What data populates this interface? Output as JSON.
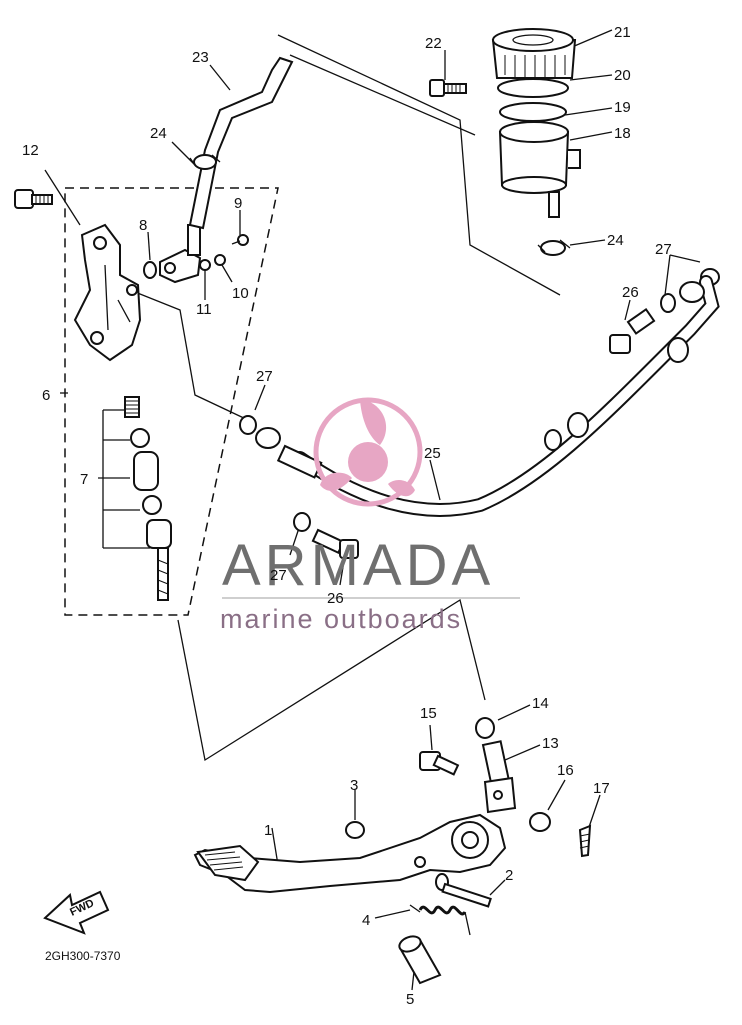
{
  "diagram": {
    "part_code": "2GH300-7370",
    "fwd_label": "FWD",
    "callouts": [
      "1",
      "2",
      "3",
      "4",
      "5",
      "6",
      "7",
      "8",
      "9",
      "10",
      "11",
      "12",
      "13",
      "14",
      "15",
      "16",
      "17",
      "18",
      "19",
      "20",
      "21",
      "22",
      "23",
      "24",
      "24",
      "25",
      "26",
      "26",
      "27",
      "27",
      "27"
    ]
  },
  "watermark": {
    "brand": "ARMADA",
    "tagline": "marine outboards",
    "logo_color": "#e7a6c4",
    "text_color": "#6f6f6f"
  }
}
